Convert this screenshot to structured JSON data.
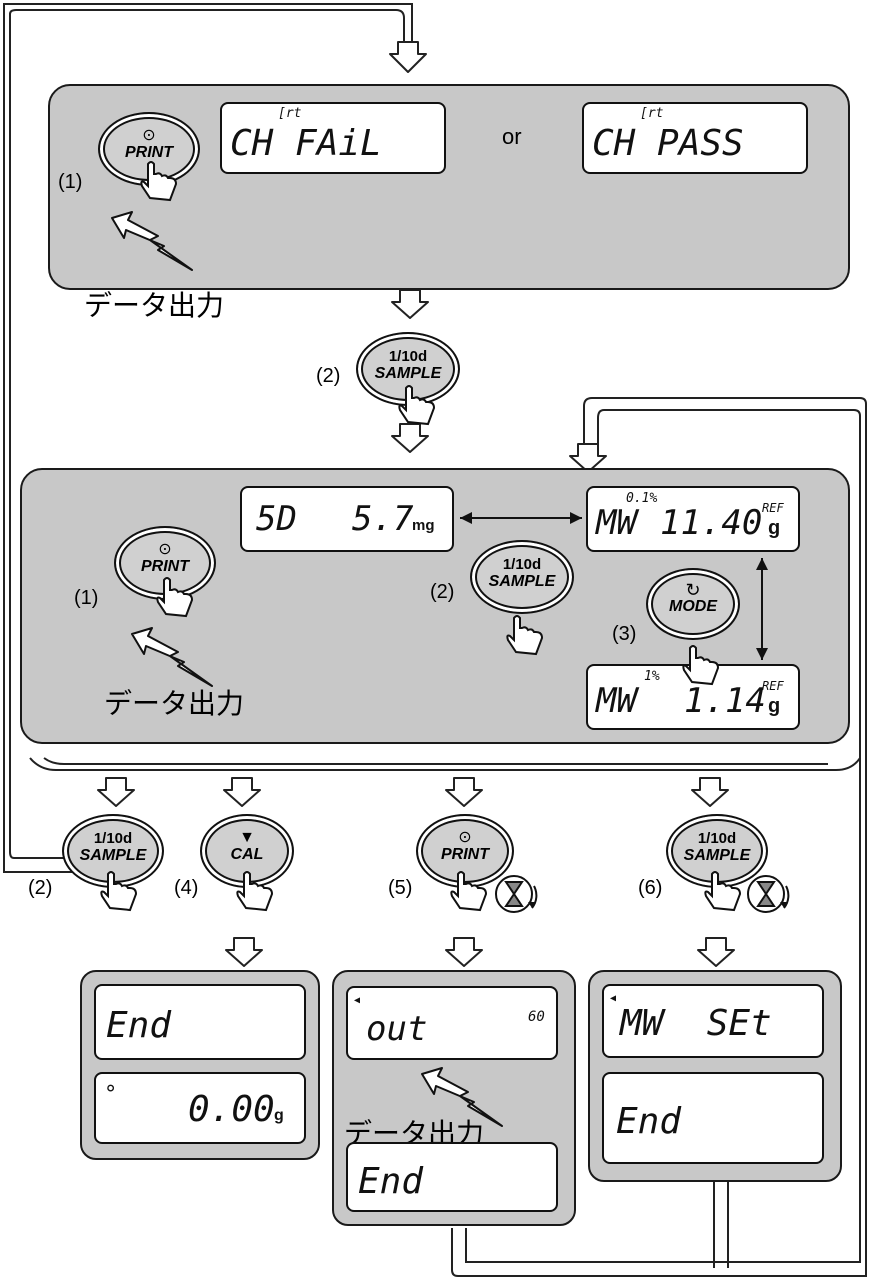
{
  "keys": {
    "print": {
      "icon": "⊙",
      "label": "PRINT"
    },
    "sample": {
      "top": "1/10d",
      "label": "SAMPLE"
    },
    "mode": {
      "icon": "↻",
      "label": "MODE"
    },
    "cal": {
      "icon": "▼",
      "label": "CAL"
    }
  },
  "step_labels": {
    "s1": "(1)",
    "s2": "(2)",
    "s3": "(3)",
    "s4": "(4)",
    "s5": "(5)",
    "s6": "(6)"
  },
  "or_text": "or",
  "data_output": "データ出力",
  "top_panel": {
    "left_display": {
      "small": "[rt",
      "main": "CH FAiL"
    },
    "right_display": {
      "small": "[rt",
      "main": "CH PASS"
    }
  },
  "middle_panel": {
    "sd_display": {
      "left": "5D",
      "value": "5.7",
      "unit": "mg"
    },
    "mw01_display": {
      "small": "0.1%",
      "left": "MW",
      "value": "11.40",
      "ref": "REF",
      "unit": "g"
    },
    "mw1_display": {
      "small": "1%",
      "left": "MW",
      "value": "1.14",
      "ref": "REF",
      "unit": "g"
    }
  },
  "result_panels": {
    "cal": {
      "d1": "End",
      "d2_value": "0.00",
      "d2_unit": "g",
      "d2_mark": "°"
    },
    "print": {
      "d1": "out",
      "d1_right": "60",
      "d2": "End"
    },
    "sample": {
      "d1": "MW  SEt",
      "d2": "End"
    }
  }
}
